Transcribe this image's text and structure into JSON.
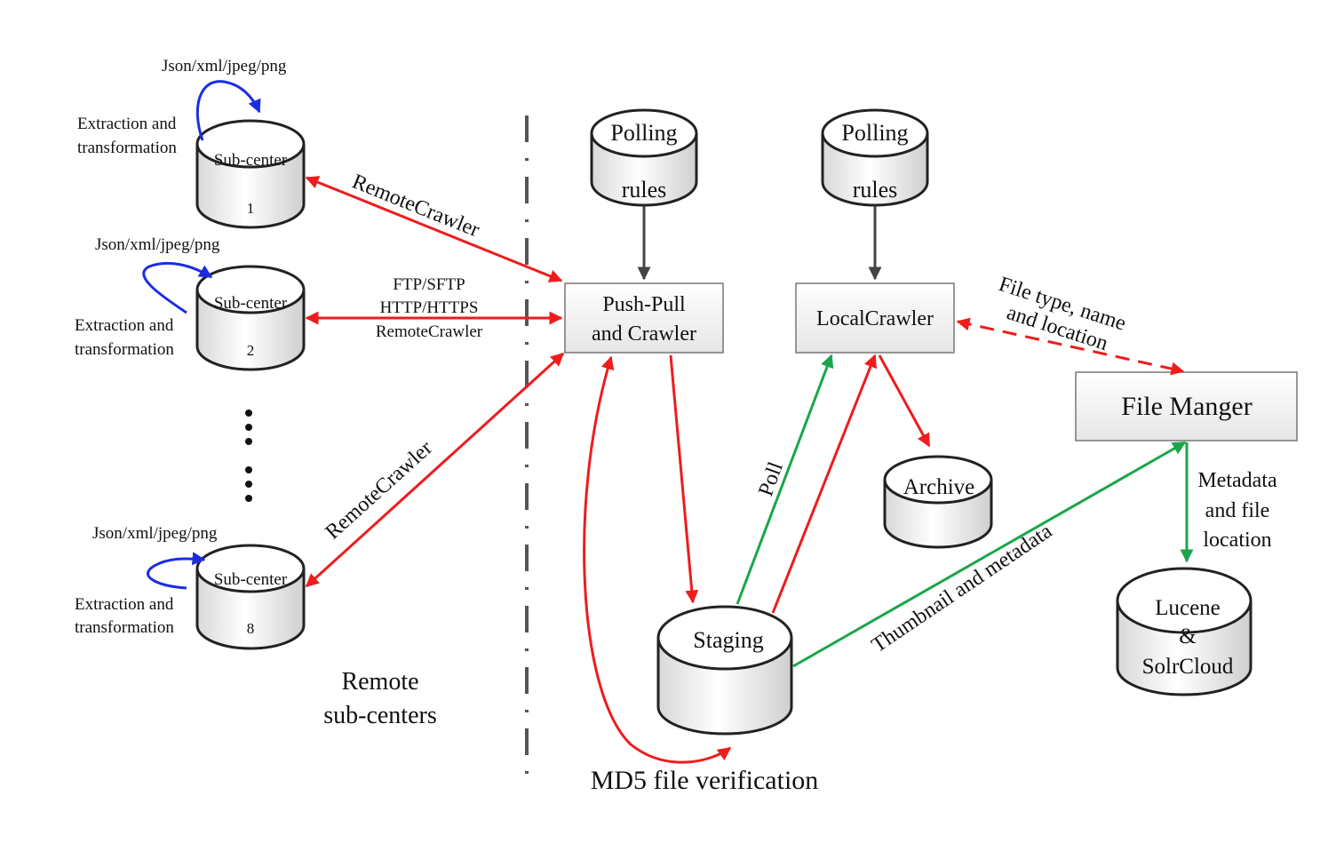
{
  "sub_centers": [
    {
      "title": "Sub-center",
      "number": "1",
      "format": "Json/xml/jpeg/png",
      "process_line1": "Extraction and",
      "process_line2": "transformation"
    },
    {
      "title": "Sub-center",
      "number": "2",
      "format": "Json/xml/jpeg/png",
      "process_line1": "Extraction and",
      "process_line2": "transformation"
    },
    {
      "title": "Sub-center",
      "number": "8",
      "format": "Json/xml/jpeg/png",
      "process_line1": "Extraction and",
      "process_line2": "transformation"
    }
  ],
  "remote_label_line1": "Remote",
  "remote_label_line2": "sub-centers",
  "edges": {
    "rc1": "RemoteCrawler",
    "protocols": [
      "FTP/SFTP",
      "HTTP/HTTPS",
      "RemoteCrawler"
    ],
    "rc8": "RemoteCrawler",
    "md5": "MD5 file verification",
    "poll": "Poll",
    "thumbnail": "Thumbnail and metadata",
    "file_info_line1": "File type, name",
    "file_info_line2": "and location",
    "metadata_line1": "Metadata",
    "metadata_line2": "and file",
    "metadata_line3": "location"
  },
  "nodes": {
    "polling1": {
      "line1": "Polling",
      "line2": "rules"
    },
    "polling2": {
      "line1": "Polling",
      "line2": "rules"
    },
    "pushpull": {
      "line1": "Push-Pull",
      "line2": "and Crawler"
    },
    "localcrawler": "LocalCrawler",
    "filemanager": "File Manger",
    "archive": "Archive",
    "staging": "Staging",
    "lucene": {
      "line1": "Lucene",
      "line2": "&",
      "line3": "SolrCloud"
    }
  },
  "colors": {
    "red": "#ee1c1c",
    "green": "#1aa64a",
    "blue": "#1a2ee0",
    "gray": "#444444"
  }
}
